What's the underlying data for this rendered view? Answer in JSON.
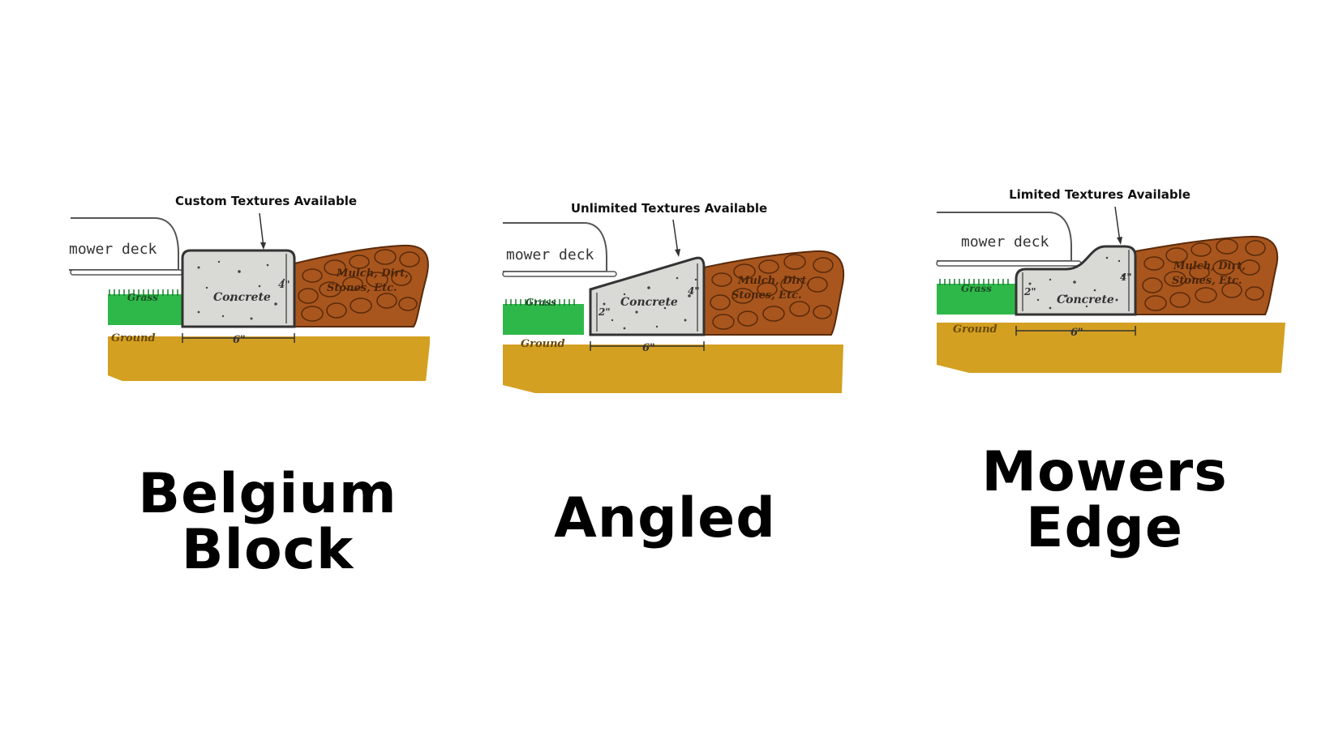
{
  "panels": [
    {
      "id": "belgium-block",
      "texture_note": "Custom Textures Available",
      "title_lines": [
        "Belgium",
        "Block"
      ],
      "labels": {
        "mower_deck": "mower deck",
        "grass": "Grass",
        "ground": "Ground",
        "concrete": "Concrete",
        "mulch_line1": "Mulch, Dirt,",
        "mulch_line2": "Stones, Etc.",
        "width": "6\"",
        "height": "4\""
      }
    },
    {
      "id": "angled",
      "texture_note": "Unlimited Textures Available",
      "title_lines": [
        "Angled"
      ],
      "labels": {
        "mower_deck": "mower deck",
        "grass": "Grass",
        "ground": "Ground",
        "concrete": "Concrete",
        "mulch_line1": "Mulch, Dirt,",
        "mulch_line2": "Stones, Etc.",
        "width": "6\"",
        "height_low": "2\"",
        "height_high": "4\""
      }
    },
    {
      "id": "mowers-edge",
      "texture_note": "Limited Textures Available",
      "title_lines": [
        "Mowers",
        "Edge"
      ],
      "labels": {
        "mower_deck": "mower deck",
        "grass": "Grass",
        "ground": "Ground",
        "concrete": "Concrete",
        "mulch_line1": "Mulch, Dirt,",
        "mulch_line2": "Stones, Etc.",
        "width": "6\"",
        "height_low": "2\"",
        "height_high": "4\""
      }
    }
  ],
  "colors": {
    "grass": "#2fb84a",
    "ground": "#d4a021",
    "concrete": "#d9d9d6",
    "mulch": "#a8561e",
    "mulch_dark": "#5a2a0a",
    "outline": "#333333"
  }
}
